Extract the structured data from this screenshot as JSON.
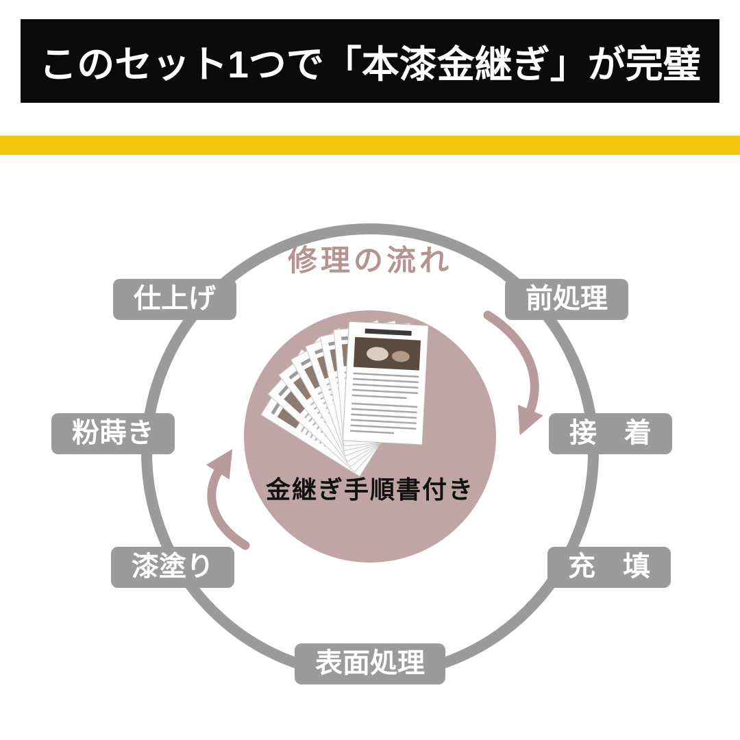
{
  "header": {
    "title": "このセット1つで「本漆金継ぎ」が完璧",
    "bg_color": "#0a0a0a",
    "text_color": "#ffffff"
  },
  "accent_stripe": {
    "color": "#f2c40e"
  },
  "diagram": {
    "title": "修理の流れ",
    "title_color": "#b59393",
    "ring_color": "#9b9b9b",
    "center_circle_color": "#c0a5a5",
    "arrow_color": "#b89c9c",
    "pill_bg_color": "#9b9b9b",
    "pill_text_color": "#ffffff",
    "center_caption": "金継ぎ手順書付き",
    "flow_direction": "clockwise",
    "steps": [
      {
        "label": "前処理",
        "position": "top-right"
      },
      {
        "label": "接　着",
        "position": "right"
      },
      {
        "label": "充　填",
        "position": "bottom-right"
      },
      {
        "label": "表面処理",
        "position": "bottom"
      },
      {
        "label": "漆塗り",
        "position": "bottom-left"
      },
      {
        "label": "粉蒔き",
        "position": "left"
      },
      {
        "label": "仕上げ",
        "position": "top-left"
      }
    ]
  }
}
